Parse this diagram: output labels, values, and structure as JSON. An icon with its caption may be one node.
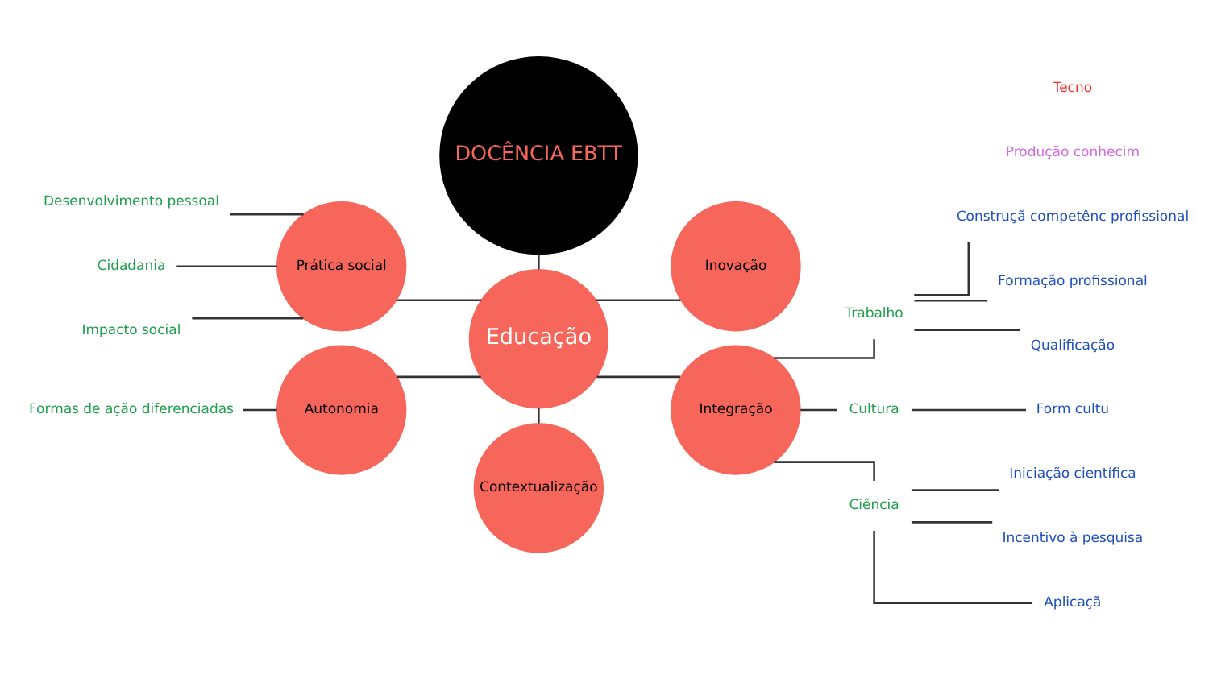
{
  "diagram": {
    "nodes": [
      {
        "text": [
          "DOCÊNCIA EBTT"
        ]
      },
      {
        "text": [
          "Desenvolvimento pessoal"
        ]
      },
      {
        "text": [
          "Prática social"
        ]
      },
      {
        "text": [
          "Cidadania"
        ]
      },
      {
        "text": [
          "Impacto social"
        ]
      },
      {
        "text": [
          "Educação"
        ]
      },
      {
        "text": [
          "Inovação"
        ]
      },
      {
        "text": [
          "Formas de ação diferenciadas"
        ]
      },
      {
        "text": [
          "Autonomia"
        ]
      },
      {
        "text": [
          "Integração"
        ]
      },
      {
        "text": [
          "Contextualização"
        ]
      },
      {
        "text": [
          "Construçã competênc profissional"
        ]
      },
      {
        "text": [
          "Formação profissional"
        ]
      },
      {
        "text": [
          "Qualificação"
        ]
      },
      {
        "text": [
          "Trabalho"
        ]
      },
      {
        "text": [
          "Cultura"
        ]
      },
      {
        "text": [
          "Form cultu"
        ]
      },
      {
        "text": [
          "Ciência"
        ]
      },
      {
        "text": [
          "Iniciação científica"
        ]
      },
      {
        "text": [
          "Incentivo à pesquisa"
        ]
      },
      {
        "text": [
          "Aplicaçã"
        ]
      }
    ],
    "edges": [
      {
        "from": 0,
        "to": 5,
        "arrow": "none"
      },
      {
        "from": 5,
        "to": 2,
        "arrow": "none"
      },
      {
        "from": 5,
        "to": 8,
        "arrow": "none"
      },
      {
        "from": 2,
        "to": 1,
        "arrow": "none"
      },
      {
        "from": 2,
        "to": 3,
        "arrow": "none"
      },
      {
        "from": 2,
        "to": 4,
        "arrow": "none"
      },
      {
        "from": 8,
        "to": 7,
        "arrow": "none"
      },
      {
        "from": 5,
        "to": 6,
        "arrow": "none"
      },
      {
        "from": 5,
        "to": 9,
        "arrow": "none"
      },
      {
        "from": 5,
        "to": 10,
        "arrow": "none"
      },
      {
        "from": 9,
        "to": 14,
        "arrow": "none"
      },
      {
        "from": 9,
        "to": 15,
        "arrow": "none"
      },
      {
        "from": 9,
        "to": 17,
        "arrow": "none"
      },
      {
        "from": 14,
        "to": 13,
        "arrow": "none"
      },
      {
        "from": 14,
        "to": 12,
        "arrow": "none"
      },
      {
        "from": 14,
        "to": 11,
        "arrow": "none"
      },
      {
        "from": 15,
        "to": 16,
        "arrow": "none"
      },
      {
        "from": 17,
        "to": 18,
        "arrow": "none"
      },
      {
        "from": 17,
        "to": 19,
        "arrow": "none"
      },
      {
        "from": 17,
        "to": 20,
        "arrow": "none"
      }
    ],
    "labels": [
      "Produção conhecim",
      "Tecno"
    ]
  }
}
